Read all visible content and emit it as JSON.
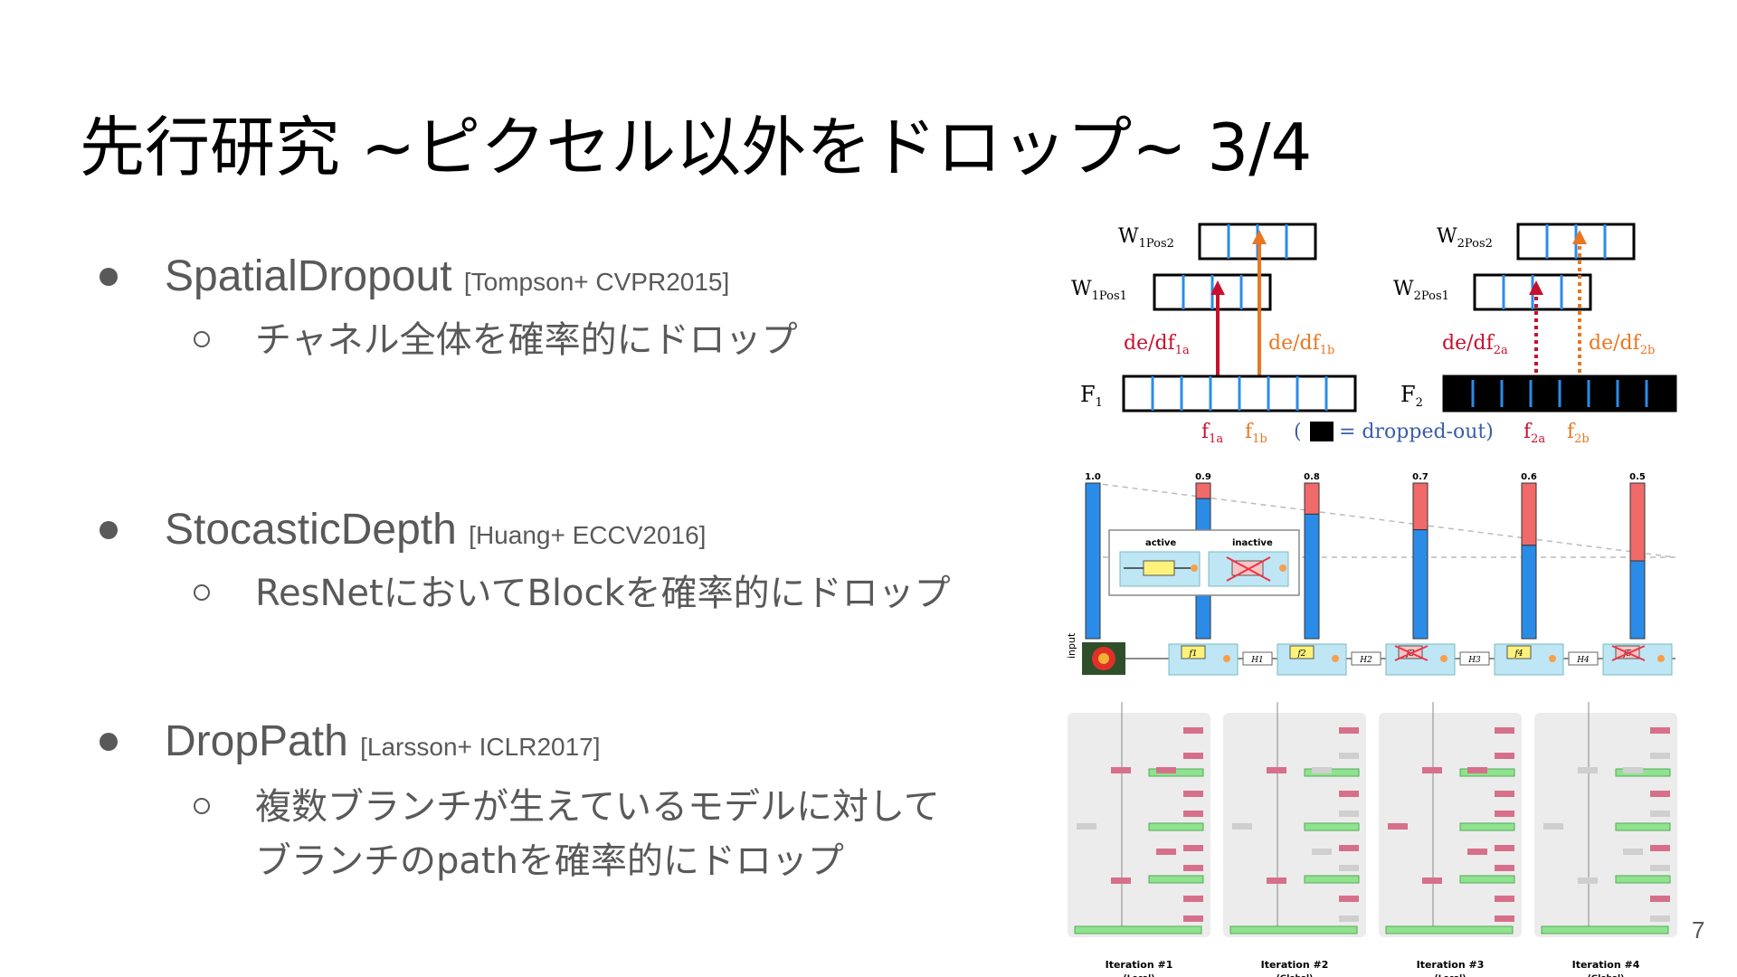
{
  "slide": {
    "title": "先行研究 ~ピクセル以外をドロップ~ 3/4",
    "page_number": "7"
  },
  "bullets": [
    {
      "name": "SpatialDropout",
      "citation": "[Tompson+ CVPR2015]",
      "sub": [
        "チャネル全体を確率的にドロップ"
      ]
    },
    {
      "name": "StocasticDepth",
      "citation": "[Huang+ ECCV2016]",
      "sub": [
        "ResNetにおいてBlockを確率的にドロップ"
      ]
    },
    {
      "name": "DropPath",
      "citation": "[Larsson+ ICLR2017]",
      "sub": [
        "複数ブランチが生えているモデルに対して",
        "ブランチのpathを確率的にドロップ"
      ]
    }
  ],
  "figure": {
    "spatial": {
      "w1pos2": "W",
      "w1pos2_sub": "1Pos2",
      "w1pos1": "W",
      "w1pos1_sub": "1Pos1",
      "w2pos2": "W",
      "w2pos2_sub": "2Pos2",
      "w2pos1": "W",
      "w2pos1_sub": "2Pos1",
      "de1a": "de/df",
      "de1a_sub": "1a",
      "de1b": "de/df",
      "de1b_sub": "1b",
      "de2a": "de/df",
      "de2a_sub": "2a",
      "de2b": "de/df",
      "de2b_sub": "2b",
      "f1": "F",
      "f1_sub": "1",
      "f2": "F",
      "f2_sub": "2",
      "f1a": "f",
      "f1a_sub": "1a",
      "f1b": "f",
      "f1b_sub": "1b",
      "f2a": "f",
      "f2a_sub": "2a",
      "f2b": "f",
      "f2b_sub": "2b",
      "legend_open": "(",
      "legend_text": "= dropped-out)"
    },
    "stochastic": {
      "survival_probs": [
        1.0,
        0.9,
        0.8,
        0.7,
        0.6,
        0.5
      ],
      "prob_labels": [
        "1.0",
        "0.9",
        "0.8",
        "0.7",
        "0.6",
        "0.5"
      ],
      "active_label": "active",
      "inactive_label": "inactive",
      "input_label": "input",
      "blocks": [
        "f1",
        "f2",
        "f3",
        "f4",
        "f5"
      ],
      "transitions": [
        "H1",
        "H2",
        "H3",
        "H4"
      ]
    },
    "droppath": {
      "iterations": [
        {
          "label": "Iteration #1",
          "mode": "(Local)"
        },
        {
          "label": "Iteration #2",
          "mode": "(Global)"
        },
        {
          "label": "Iteration #3",
          "mode": "(Local)"
        },
        {
          "label": "Iteration #4",
          "mode": "(Global)"
        }
      ]
    },
    "colors": {
      "blue": "#2b8ce8",
      "red": "#f06a6a",
      "arrow_red": "#c8102e",
      "arrow_orange": "#e87722",
      "green": "#8fe38f",
      "pink": "#d6708a",
      "block_bg": "#bfe6f5",
      "block_yellow": "#fff27a"
    }
  }
}
